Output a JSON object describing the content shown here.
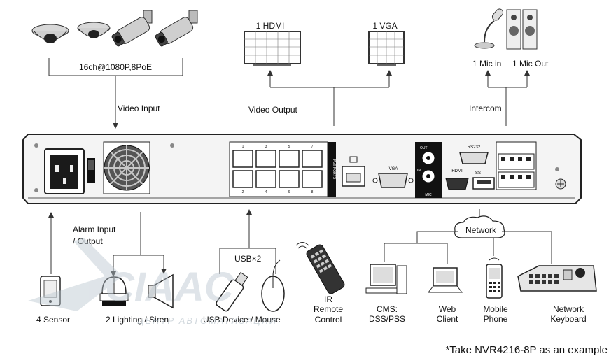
{
  "top": {
    "cameras_label": "16ch@1080P,8PoE",
    "video_input": "Video Input",
    "hdmi_label": "1 HDMI",
    "vga_label": "1 VGA",
    "video_output": "Video Output",
    "mic_in": "1 Mic in",
    "mic_out": "1 Mic Out",
    "intercom": "Intercom"
  },
  "panel": {
    "poe_label": "PoE PORTS",
    "port_top": [
      "1",
      "3",
      "5",
      "7"
    ],
    "port_bottom": [
      "2",
      "4",
      "6",
      "8"
    ],
    "vga": "VGA",
    "hdmi": "HDMI",
    "rs232": "RS232",
    "ss": "SS",
    "out": "OUT",
    "in": "IN",
    "mic": "MIC"
  },
  "bottom": {
    "alarm": [
      "Alarm Input",
      "/ Output"
    ],
    "usb": "USB×2",
    "sensor": "4 Sensor",
    "lighting": "2 Lighting / Siren",
    "usb_device": "USB Device / Mouse",
    "ir": [
      "IR",
      "Remote",
      "Control"
    ],
    "network": "Network",
    "cms": [
      "CMS:",
      "DSS/PSS"
    ],
    "web": [
      "Web",
      "Client"
    ],
    "mobile": [
      "Mobile",
      "Phone"
    ],
    "keyboard": [
      "Network",
      "Keyboard"
    ]
  },
  "watermark": {
    "logo": "CIAAC",
    "tagline": "ЦЕНТР АВТОМАТИЗАЦИИ"
  },
  "footnote": "*Take NVR4216-8P as an example"
}
